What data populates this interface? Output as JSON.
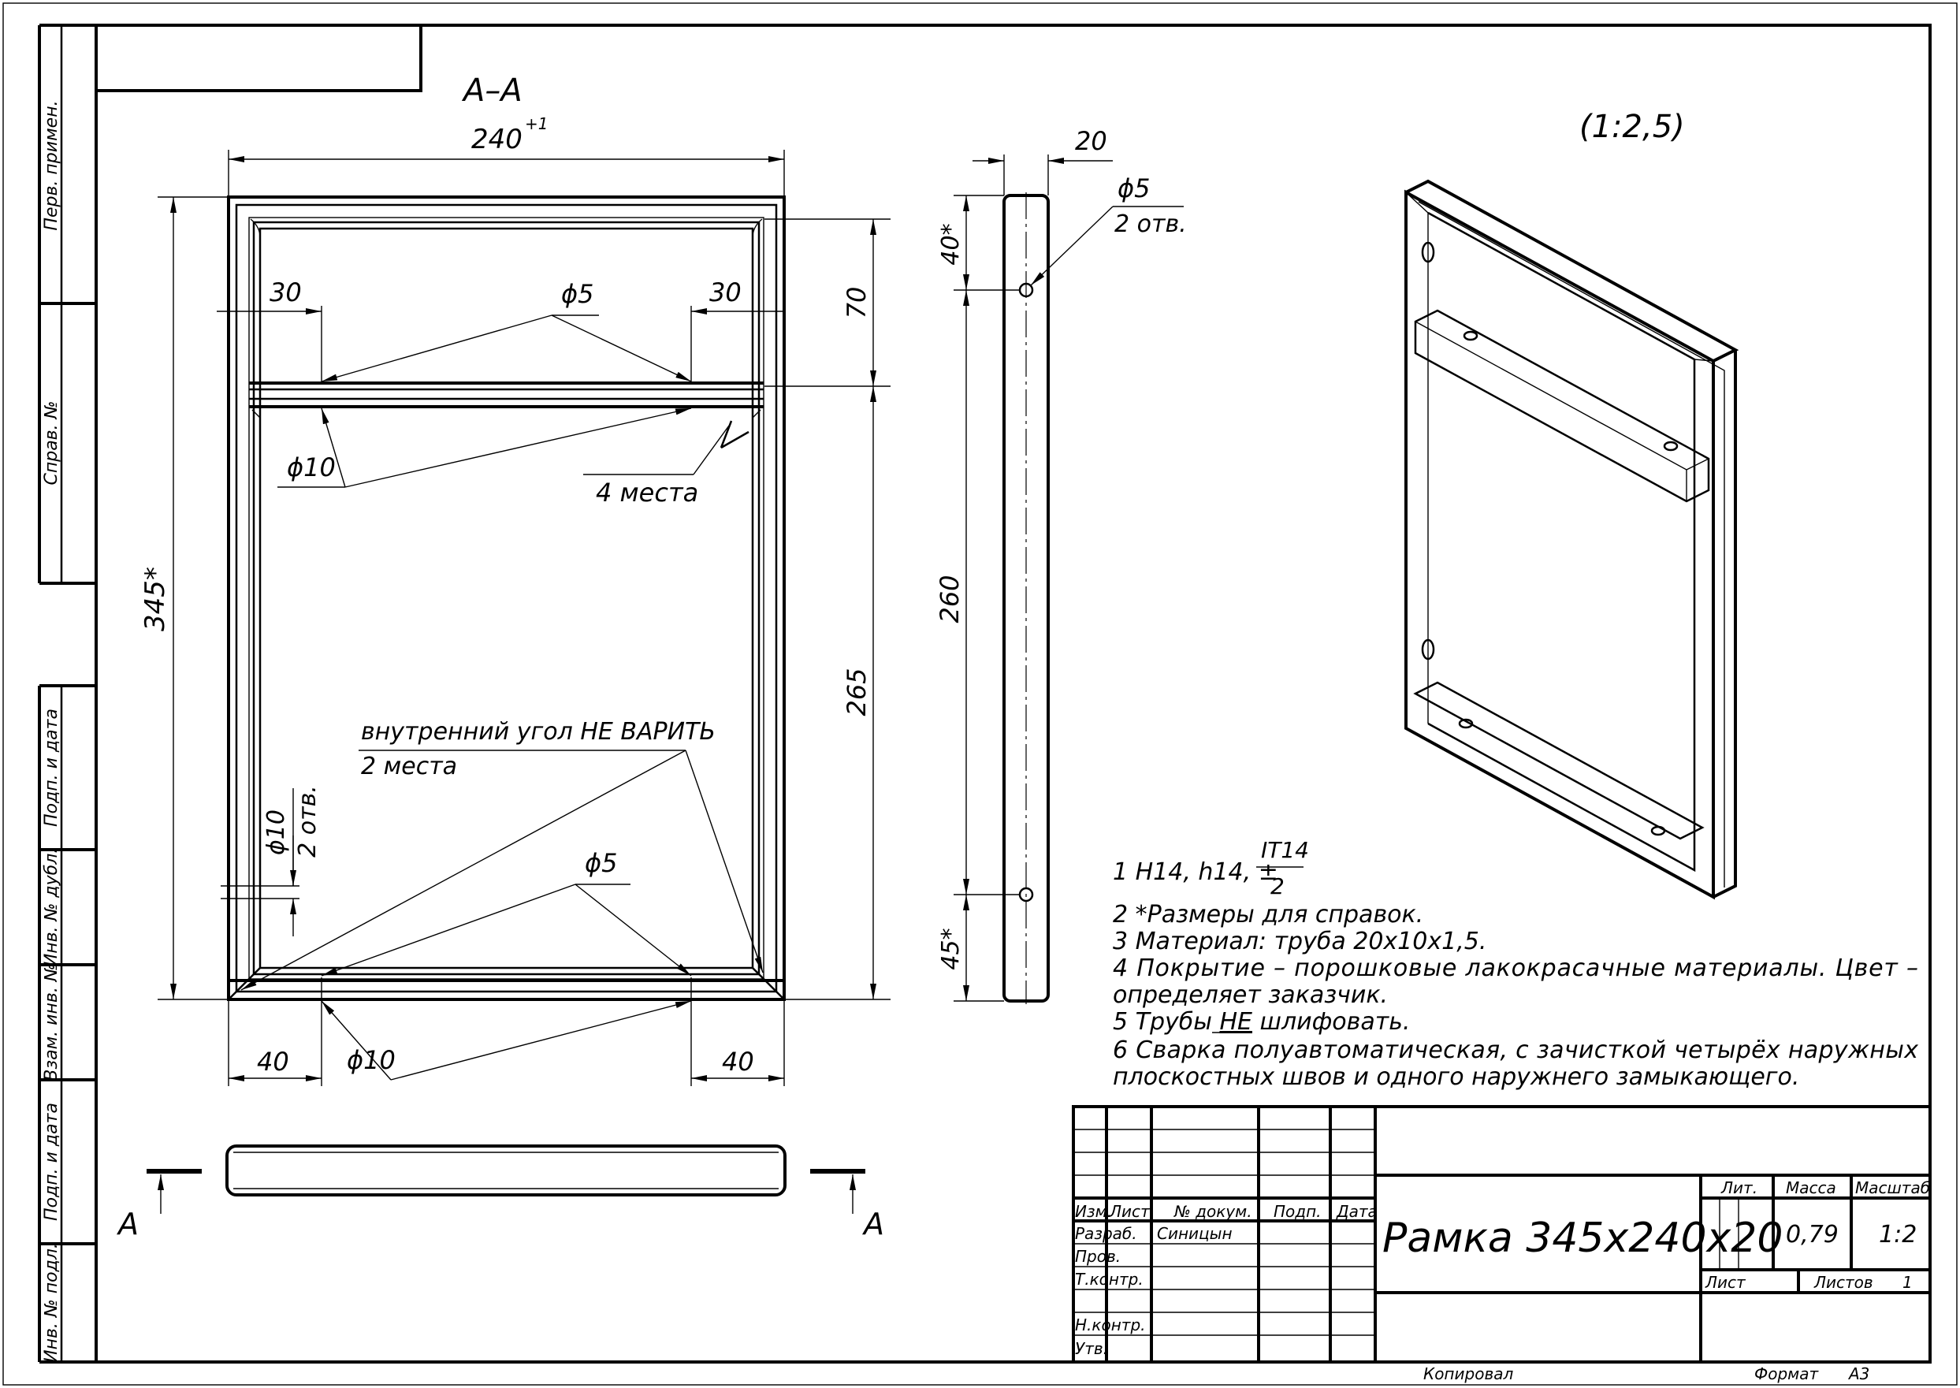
{
  "sidebar": {
    "perv_primen": "Перв. примен.",
    "sprav_no": "Справ. №",
    "podp_i_data_1": "Подп. и дата",
    "inv_no_dubl": "Инв. № дубл.",
    "vzam_inv_no": "Взам. инв. №",
    "podp_i_data_2": "Подп. и дата",
    "inv_no_podl": "Инв. № подл."
  },
  "front_view": {
    "section_label": "А–А",
    "width_dim": "240",
    "width_tol": "+1",
    "height_dim": "345*",
    "left_30": "30",
    "right_30": "30",
    "dia5_top": "ϕ5",
    "dia10_top": "ϕ10",
    "places_4": "4 места",
    "dim_70": "70",
    "dim_265": "265",
    "no_weld_note": "внутренний угол НЕ ВАРИТЬ",
    "places_2": "2 места",
    "dia10_side": "ϕ10",
    "holes_2_side": "2 отв.",
    "dia5_bottom": "ϕ5",
    "bottom_40_left": "40",
    "dia10_bottom": "ϕ10",
    "bottom_40_right": "40"
  },
  "section_marks": {
    "left": "А",
    "right": "А"
  },
  "side_view": {
    "dim_20": "20",
    "dia5": "ϕ5",
    "holes_2": "2 отв.",
    "dim_40": "40*",
    "dim_260": "260",
    "dim_45": "45*"
  },
  "iso_view": {
    "scale_label": "(1:2,5)"
  },
  "notes": {
    "n1_prefix": "1 H14, h14, ±",
    "n1_num": "IT14",
    "n1_den": "2",
    "n2": "2  *Размеры для справок.",
    "n3": "3 Материал: труба 20х10х1,5.",
    "n4a": "4 Покрытие – порошковые лакокрасачные материалы. Цвет –",
    "n4b": "определяет заказчик.",
    "n5a": "5 Трубы ",
    "n5b": "НЕ",
    "n5c": " шлифовать.",
    "n6a": "6 Сварка полуавтоматическая, с зачисткой четырёх наружных",
    "n6b": "плоскостных швов и одного наружнего замыкающего."
  },
  "title_block": {
    "izm": "Изм.",
    "list": "Лист",
    "doc_no": "№ докум.",
    "podp": "Подп.",
    "data": "Дата",
    "razrab": "Разраб.",
    "razrab_name": "Синицын",
    "prov": "Пров.",
    "tkontr": "Т.контр.",
    "nkontr": "Н.контр.",
    "utv": "Утв.",
    "title": "Рамка 345х240х20",
    "lit": "Лит.",
    "massa": "Масса",
    "masshtab": "Масштаб",
    "mass_value": "0,79",
    "scale_value": "1:2",
    "sheet": "Лист",
    "sheets": "Листов",
    "sheets_value": "1",
    "kopiroval": "Копировал",
    "format": "Формат",
    "format_value": "А3"
  }
}
